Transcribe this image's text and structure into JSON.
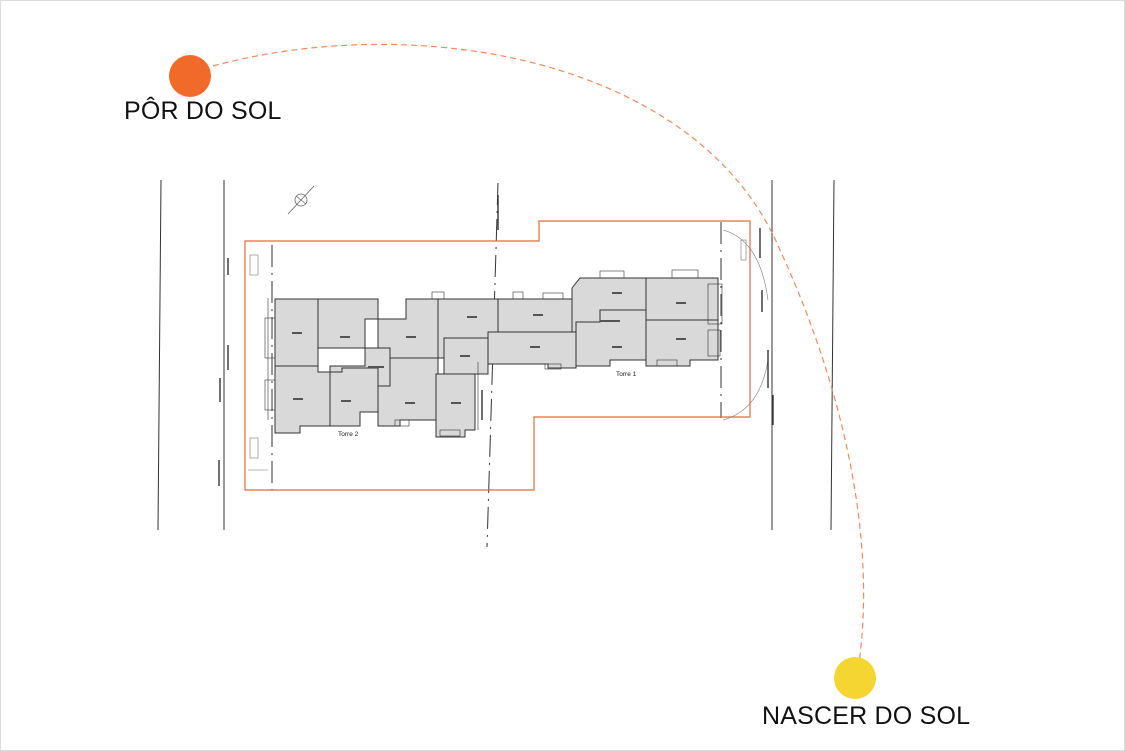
{
  "sunset": {
    "label": "PÔR DO SOL",
    "color": "#f26a2a"
  },
  "sunrise": {
    "label": "NASCER DO SOL",
    "color": "#f5d630"
  },
  "sun_path": {
    "color": "#f08a5d",
    "style": "dashed"
  },
  "lot_outline_color": "#e26a3e",
  "building_fill": "#d9d9d9",
  "towers": {
    "tower1": "Torre 1",
    "tower2": "Torre 2"
  },
  "icons": {
    "north": "north-arrow-icon"
  }
}
